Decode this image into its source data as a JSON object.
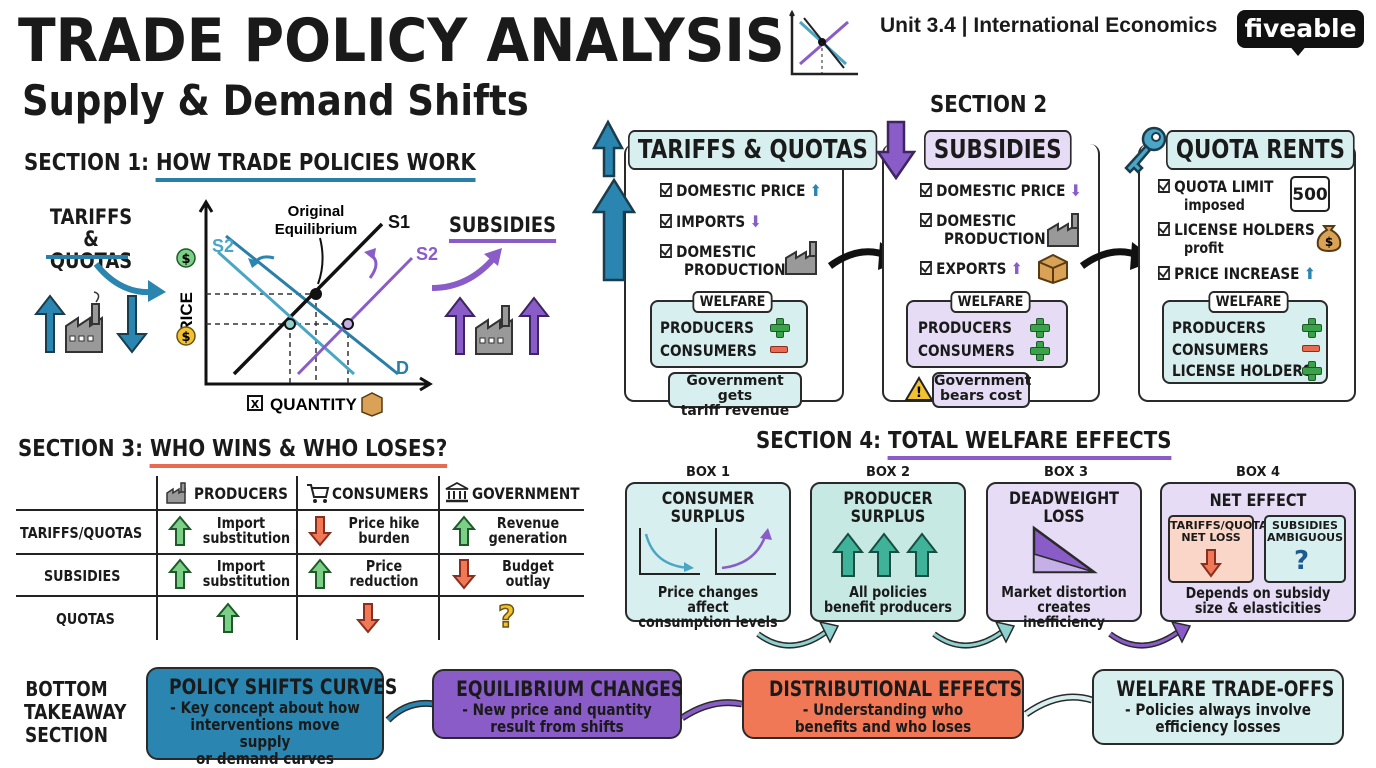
{
  "header": {
    "title": "TRADE POLICY ANALYSIS",
    "subtitle": "Supply & Demand Shifts",
    "unit": "Unit 3.4 | International Economics",
    "brand": "fiveable"
  },
  "section1": {
    "prefix": "SECTION 1:",
    "title": "HOW TRADE POLICIES WORK",
    "left_label": "TARIFFS & QUOTAS",
    "right_label": "SUBSIDIES"
  },
  "chart_data": {
    "type": "line",
    "title": "",
    "xlabel": "QUANTITY",
    "ylabel": "PRICE",
    "annotation": "Original Equilibrium",
    "series": [
      {
        "name": "S1",
        "color": "#111111"
      },
      {
        "name": "S2",
        "color": "#4aa6c4"
      },
      {
        "name": "S2",
        "color": "#8a5cc7"
      },
      {
        "name": "D",
        "color": "#2a7fa8"
      }
    ],
    "grid": false
  },
  "section2": {
    "heading": "SECTION 2",
    "cards": [
      {
        "title": "TARIFFS & QUOTAS",
        "items": [
          "DOMESTIC PRICE",
          "IMPORTS",
          "DOMESTIC",
          "PRODUCTION"
        ],
        "welfare_tag": "WELFARE",
        "welfare": [
          {
            "label": "PRODUCERS",
            "sign": "+"
          },
          {
            "label": "CONSUMERS",
            "sign": "-"
          }
        ],
        "note_line1": "Government gets",
        "note_line2": "tariff revenue",
        "color": "#d8efef"
      },
      {
        "title": "SUBSIDIES",
        "items": [
          "DOMESTIC PRICE",
          "DOMESTIC",
          "PRODUCTION",
          "EXPORTS"
        ],
        "welfare_tag": "WELFARE",
        "welfare": [
          {
            "label": "PRODUCERS",
            "sign": "+"
          },
          {
            "label": "CONSUMERS",
            "sign": "+"
          }
        ],
        "note_line1": "Government",
        "note_line2": "bears cost",
        "color": "#e6dcf5"
      },
      {
        "title": "QUOTA RENTS",
        "items": [
          "QUOTA LIMIT",
          "imposed",
          "LICENSE HOLDERS",
          "profit",
          "PRICE INCREASE"
        ],
        "badge": "500",
        "welfare_tag": "WELFARE",
        "welfare": [
          {
            "label": "PRODUCERS",
            "sign": "+"
          },
          {
            "label": "CONSUMERS",
            "sign": "-"
          },
          {
            "label": "LICENSE HOLDERS",
            "sign": "+"
          }
        ],
        "color": "#d8efef"
      }
    ]
  },
  "section3": {
    "prefix": "SECTION 3:",
    "title": "WHO WINS & WHO LOSES?",
    "columns": [
      "PRODUCERS",
      "CONSUMERS",
      "GOVERNMENT"
    ],
    "rows": [
      {
        "label": "TARIFFS/QUOTAS",
        "cells": [
          [
            "Import",
            "substitution"
          ],
          [
            "Price hike",
            "burden"
          ],
          [
            "Revenue",
            "generation"
          ]
        ],
        "dirs": [
          "up",
          "down",
          "up"
        ]
      },
      {
        "label": "SUBSIDIES",
        "cells": [
          [
            "Import",
            "substitution"
          ],
          [
            "Price",
            "reduction"
          ],
          [
            "Budget",
            "outlay"
          ]
        ],
        "dirs": [
          "up",
          "up",
          "down"
        ]
      },
      {
        "label": "QUOTAS",
        "cells": [
          [
            "",
            ""
          ],
          [
            "",
            ""
          ],
          [
            "",
            ""
          ]
        ],
        "dirs": [
          "up",
          "down",
          "?"
        ]
      }
    ]
  },
  "section4": {
    "prefix": "SECTION 4:",
    "title": "TOTAL WELFARE EFFECTS",
    "boxes": [
      {
        "tag": "BOX 1",
        "title1": "CONSUMER",
        "title2": "SURPLUS",
        "desc1": "Price changes affect",
        "desc2": "consumption levels",
        "color": "#d8efef"
      },
      {
        "tag": "BOX 2",
        "title1": "PRODUCER",
        "title2": "SURPLUS",
        "desc1": "All policies",
        "desc2": "benefit producers",
        "color": "#c6e9e3"
      },
      {
        "tag": "BOX 3",
        "title1": "DEADWEIGHT",
        "title2": "LOSS",
        "desc1": "Market distortion",
        "desc2": "creates inefficiency",
        "color": "#e6dcf5"
      },
      {
        "tag": "BOX 4",
        "title1": "NET EFFECT",
        "title2": "",
        "desc1": "Depends on subsidy",
        "desc2": "size & elasticities",
        "color": "#e6dcf5"
      }
    ],
    "net_left1": "TARIFFS/QUOTAS",
    "net_left2": "NET LOSS",
    "net_right1": "SUBSIDIES",
    "net_right2": "AMBIGUOUS"
  },
  "bottom": {
    "label1": "BOTTOM",
    "label2": "TAKEAWAY",
    "label3": "SECTION",
    "steps": [
      {
        "title": "POLICY SHIFTS CURVES",
        "d1": "- Key concept about how",
        "d2": "interventions move supply",
        "d3": "or demand curves",
        "color": "#2a86b0"
      },
      {
        "title": "EQUILIBRIUM CHANGES",
        "d1": "- New price and quantity",
        "d2": "result from shifts",
        "d3": "",
        "color": "#8a5cc7"
      },
      {
        "title": "DISTRIBUTIONAL EFFECTS",
        "d1": "- Understanding who",
        "d2": "benefits and who loses",
        "d3": "",
        "color": "#f07856"
      },
      {
        "title": "WELFARE TRADE-OFFS",
        "d1": "- Policies always involve",
        "d2": "efficiency losses",
        "d3": "",
        "color": "#d8efef"
      }
    ]
  }
}
